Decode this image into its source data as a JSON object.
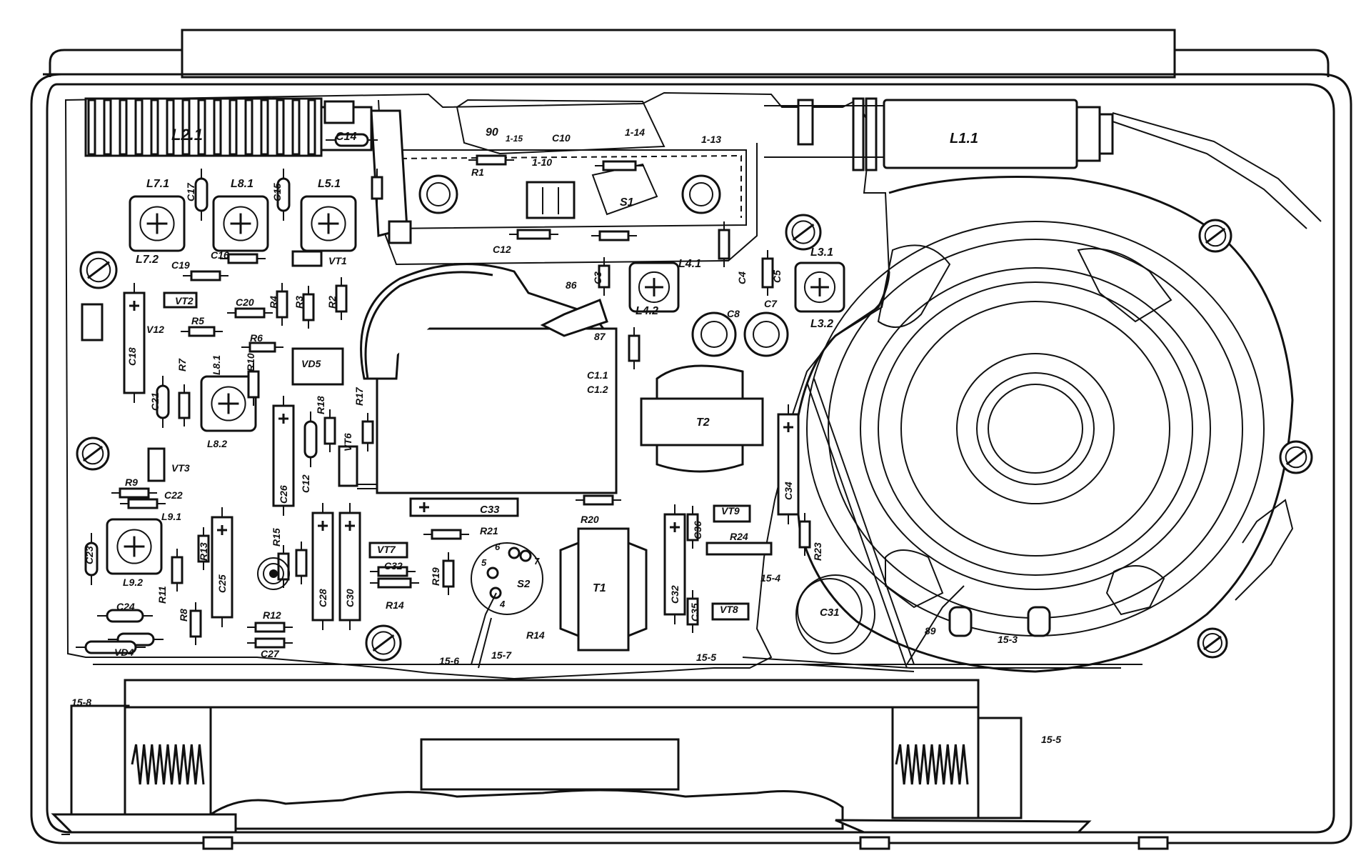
{
  "colors": {
    "ink": "#111111",
    "paper": "#ffffff"
  },
  "labels": {
    "L2_1": "L2.1",
    "L1_1": "L1.1",
    "C14": "C14",
    "n90": "90",
    "n1_15": "1-15",
    "C10": "C10",
    "n1_14": "1-14",
    "n1_13": "1-13",
    "n1_10": "1-10",
    "R1": "R1",
    "S1": "S1",
    "L7_1": "L7.1",
    "L8_1_top": "L8.1",
    "L5_1": "L5.1",
    "C17": "C17",
    "C15": "C15",
    "L7_2": "L7.2",
    "C16": "C16",
    "C19": "C19",
    "VT1": "VT1",
    "C12_top": "C12",
    "C3_left": "C3",
    "n86": "86",
    "L4_1": "L4.1",
    "C4": "C4",
    "C5": "C5",
    "L3_1": "L3.1",
    "L3_2": "L3.2",
    "L4_2": "L4.2",
    "C8": "C8",
    "C7": "C7",
    "n87": "87",
    "C1_1": "C1.1",
    "C1_2": "C1.2",
    "T2": "T2",
    "VT2": "VT2",
    "V12": "V12",
    "R5": "R5",
    "R6": "R6",
    "C20": "C20",
    "R4": "R4",
    "R3": "R3",
    "R2": "R2",
    "C18": "C18",
    "C21": "C21",
    "R7": "R7",
    "L8_1_mid": "L8.1",
    "L8_2": "L8.2",
    "R10": "R10",
    "VD5": "VD5",
    "R18": "R18",
    "R17": "R17",
    "VT6": "VT6",
    "C26": "C26",
    "C12_mid": "C12",
    "VT3": "VT3",
    "R9": "R9",
    "C22": "C22",
    "L9_1": "L9.1",
    "C23_left": "C23",
    "L9_2": "L9.2",
    "R13": "R13",
    "R11": "R11",
    "C25": "C25",
    "R15": "R15",
    "R8": "R8",
    "C28": "C28",
    "C30": "C30",
    "C24": "C24",
    "R12": "R12",
    "C27": "C27",
    "VD4": "VD4",
    "C33": "C33",
    "R21": "R21",
    "R20": "R20",
    "VT7": "VT7",
    "C32_small": "C32",
    "R14_a": "R14",
    "R19": "R19",
    "S2": "S2",
    "n6": "6",
    "n5": "5",
    "n7": "7",
    "n4": "4",
    "R14_b": "R14",
    "T1": "T1",
    "C32": "C32",
    "C36": "C36",
    "VT9": "VT9",
    "R24": "R24",
    "C35": "C35",
    "VT8": "VT8",
    "C34": "C34",
    "R23": "R23",
    "n15_4": "15-4",
    "C31": "C31",
    "n89": "89",
    "n15_3": "15-3",
    "n15_6": "15-6",
    "n15_7": "15-7",
    "n15_5_a": "15-5",
    "n15_8": "15-8",
    "n15_5_b": "15-5"
  }
}
